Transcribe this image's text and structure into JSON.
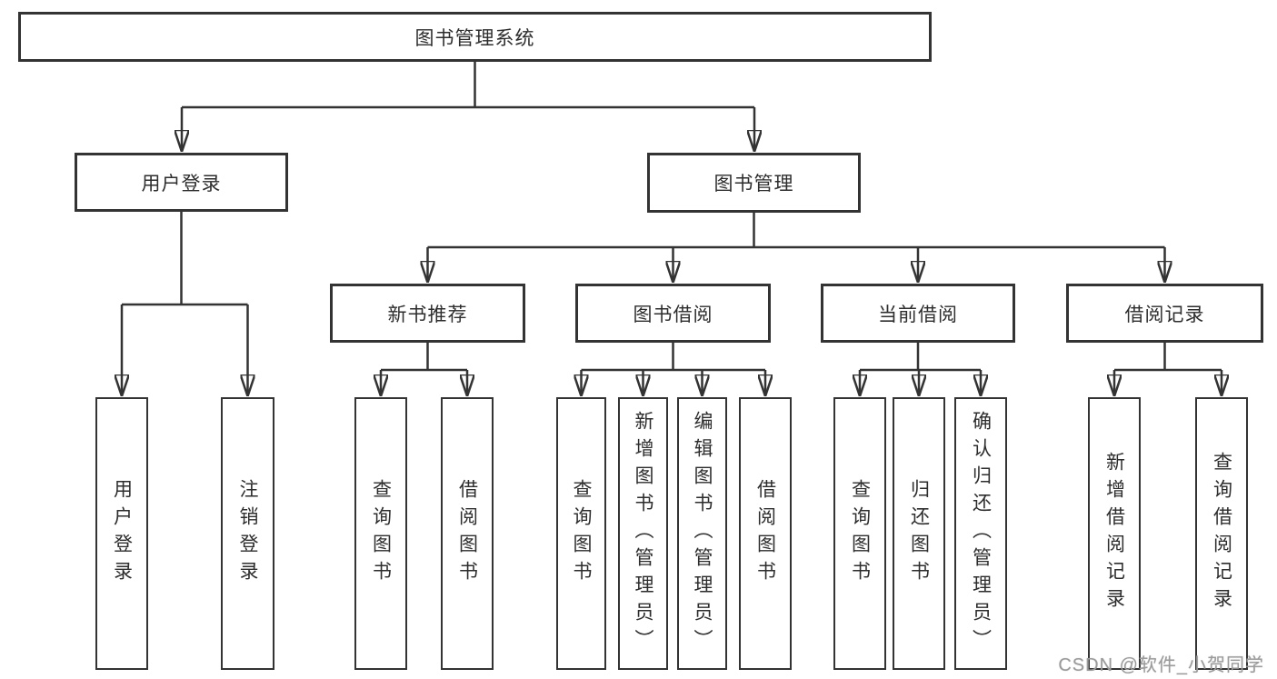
{
  "diagram": {
    "title": "图书管理系统",
    "colors": {
      "line": "#333333",
      "text": "#2d2d2d",
      "background": "#ffffff",
      "watermark": "#9b9b9b"
    },
    "tree": {
      "root": "图书管理系统",
      "level2": [
        {
          "label": "用户登录",
          "leaves": [
            "用户登录",
            "注销登录"
          ]
        },
        {
          "label": "图书管理",
          "children": [
            {
              "label": "新书推荐",
              "leaves": [
                "查询图书",
                "借阅图书"
              ]
            },
            {
              "label": "图书借阅",
              "leaves": [
                "查询图书",
                "新增图书（管理员）",
                "编辑图书（管理员）",
                "借阅图书"
              ]
            },
            {
              "label": "当前借阅",
              "leaves": [
                "查询图书",
                "归还图书",
                "确认归还（管理员）"
              ]
            },
            {
              "label": "借阅记录",
              "leaves": [
                "新增借阅记录",
                "查询借阅记录"
              ]
            }
          ]
        }
      ]
    },
    "watermark": "CSDN @软件_小贺同学"
  }
}
